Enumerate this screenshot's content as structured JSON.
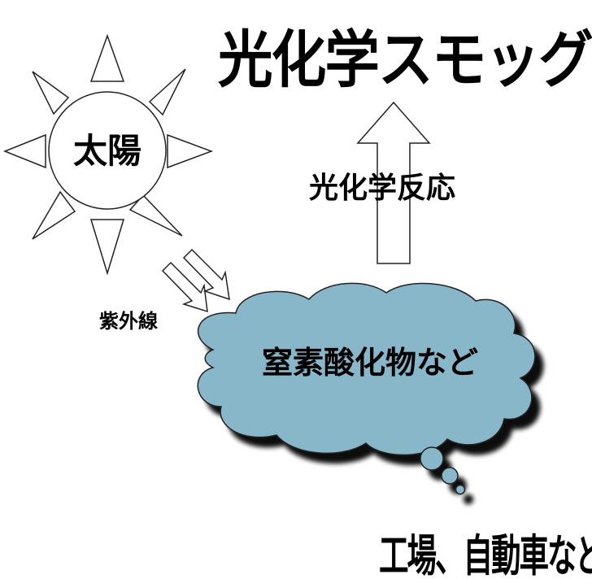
{
  "title": "光化学スモッグ",
  "sun": {
    "label": "太陽",
    "icon": "sun-icon"
  },
  "reaction_label": "光化学反応",
  "uv_label": "紫外線",
  "cloud": {
    "label": "窒素酸化物など",
    "fill_color": "#87b7c8",
    "icon": "cloud-icon"
  },
  "source_label": "工場、自動車など"
}
